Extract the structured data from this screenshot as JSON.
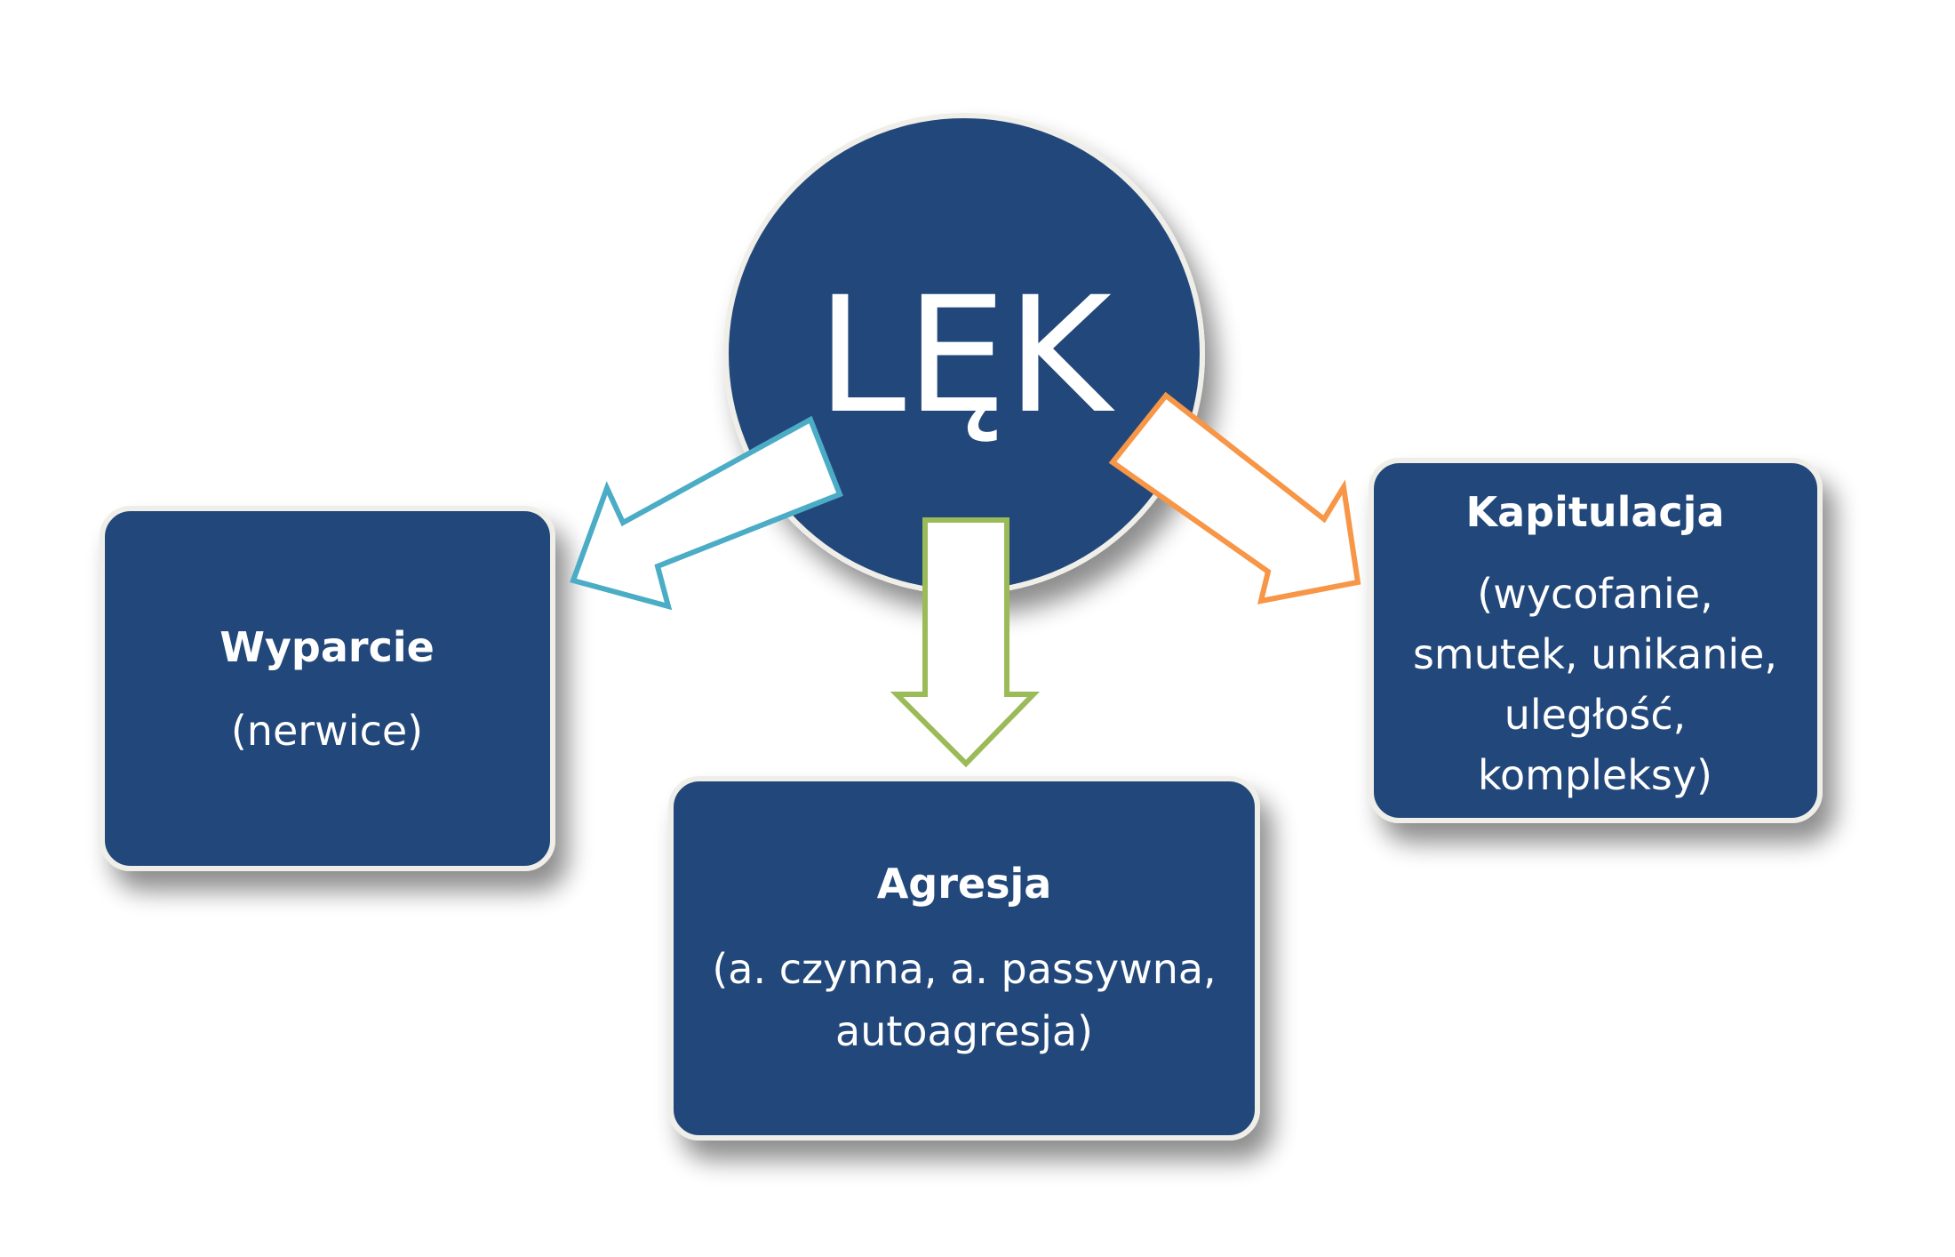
{
  "center": {
    "label": "LĘK",
    "color": "#21477a"
  },
  "nodes": {
    "left": {
      "title": "Wyparcie",
      "lines": [
        "(nerwice)"
      ]
    },
    "bottom": {
      "title": "Agresja",
      "lines": [
        "(a. czynna, a. passywna,",
        "autoagresja)"
      ]
    },
    "right": {
      "title": "Kapitulacja",
      "lines": [
        "(wycofanie,",
        "smutek, unikanie,",
        "uległość,",
        "kompleksy)"
      ]
    }
  },
  "colors": {
    "box_fill": "#21477a",
    "box_border": "#efeee8",
    "arrow_left_outline": "#4bacc6",
    "arrow_bottom_outline": "#9bbb59",
    "arrow_right_outline": "#f79646"
  }
}
